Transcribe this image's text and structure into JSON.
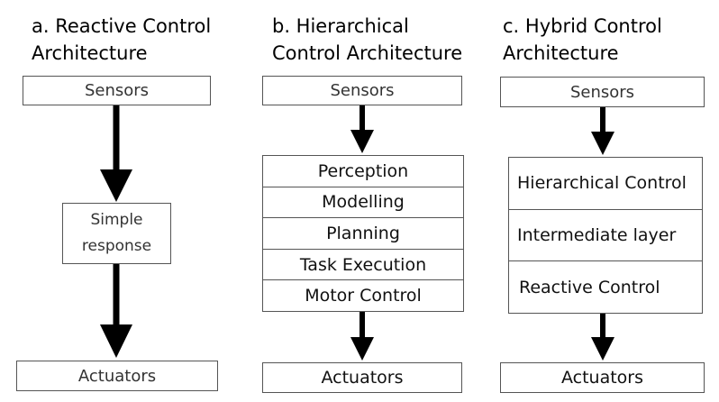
{
  "columns": [
    {
      "title_line1": "a. Reactive Control",
      "title_line2": "Architecture",
      "top": "Sensors",
      "middle_line1": "Simple",
      "middle_line2": "response",
      "bottom": "Actuators"
    },
    {
      "title_line1": "b. Hierarchical",
      "title_line2": "Control Architecture",
      "top": "Sensors",
      "layers": [
        "Perception",
        "Modelling",
        "Planning",
        "Task Execution",
        "Motor Control"
      ],
      "bottom": "Actuators"
    },
    {
      "title_line1": "c. Hybrid Control",
      "title_line2": "Architecture",
      "top": "Sensors",
      "layers": [
        "Hierarchical Control",
        "Intermediate layer",
        "Reactive Control"
      ],
      "bottom": "Actuators"
    }
  ]
}
